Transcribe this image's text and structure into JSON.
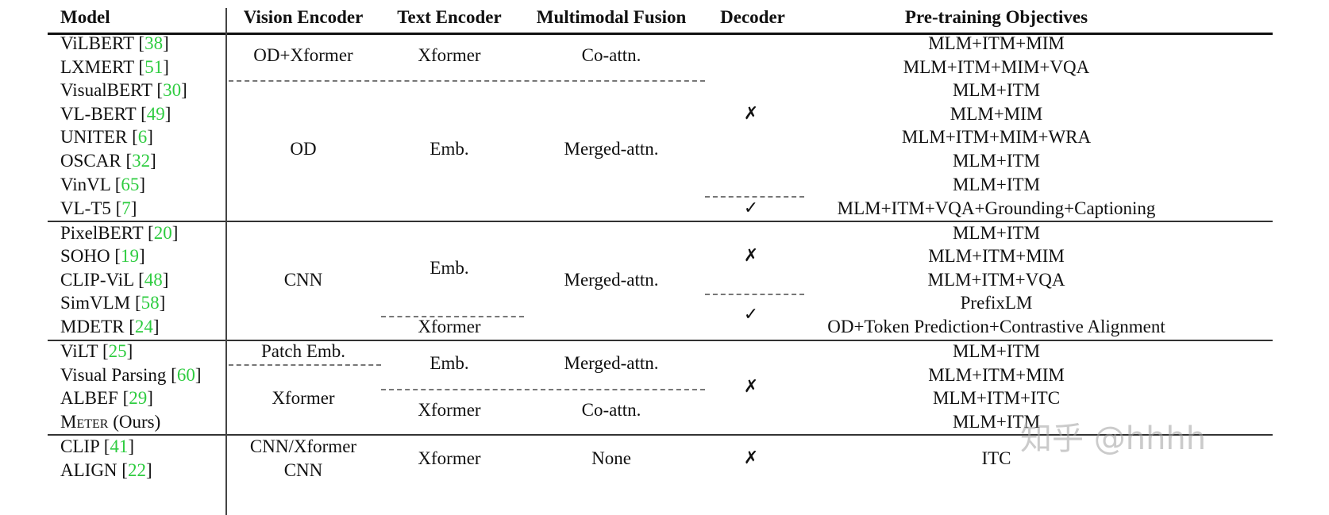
{
  "table": {
    "headers": {
      "model": "Model",
      "vision_encoder": "Vision Encoder",
      "text_encoder": "Text Encoder",
      "multimodal_fusion": "Multimodal Fusion",
      "decoder": "Decoder",
      "objectives": "Pre-training Objectives"
    },
    "rows": [
      {
        "model": "ViLBERT",
        "cite": "38",
        "objective": "MLM+ITM+MIM"
      },
      {
        "model": "LXMERT",
        "cite": "51",
        "objective": "MLM+ITM+MIM+VQA"
      },
      {
        "model": "VisualBERT",
        "cite": "30",
        "objective": "MLM+ITM"
      },
      {
        "model": "VL-BERT",
        "cite": "49",
        "objective": "MLM+MIM"
      },
      {
        "model": "UNITER",
        "cite": "6",
        "objective": "MLM+ITM+MIM+WRA"
      },
      {
        "model": "OSCAR",
        "cite": "32",
        "objective": "MLM+ITM"
      },
      {
        "model": "VinVL",
        "cite": "65",
        "objective": "MLM+ITM"
      },
      {
        "model": "VL-T5",
        "cite": "7",
        "objective": "MLM+ITM+VQA+Grounding+Captioning"
      },
      {
        "model": "PixelBERT",
        "cite": "20",
        "objective": "MLM+ITM"
      },
      {
        "model": "SOHO",
        "cite": "19",
        "objective": "MLM+ITM+MIM"
      },
      {
        "model": "CLIP-ViL",
        "cite": "48",
        "objective": "MLM+ITM+VQA"
      },
      {
        "model": "SimVLM",
        "cite": "58",
        "objective": "PrefixLM"
      },
      {
        "model": "MDETR",
        "cite": "24",
        "objective": "OD+Token Prediction+Contrastive Alignment"
      },
      {
        "model": "ViLT",
        "cite": "25",
        "objective": "MLM+ITM"
      },
      {
        "model": "Visual Parsing",
        "cite": "60",
        "objective": "MLM+ITM+MIM"
      },
      {
        "model": "ALBEF",
        "cite": "29",
        "objective": "MLM+ITM+ITC"
      },
      {
        "model": "Meter",
        "suffix": "(Ours)",
        "objective": "MLM+ITM"
      },
      {
        "model": "CLIP",
        "cite": "41",
        "objective": "ITC"
      },
      {
        "model": "ALIGN",
        "cite": "22",
        "objective": ""
      }
    ],
    "merged": {
      "g1_vision": "OD+Xformer",
      "g1_text": "Xformer",
      "g1_fusion": "Co-attn.",
      "g2_vision": "OD",
      "g2_text": "Emb.",
      "g2_fusion": "Merged-attn.",
      "g3_vision": "CNN",
      "g3_text_a": "Emb.",
      "g3_text_b": "Xformer",
      "g3_fusion": "Merged-attn.",
      "g4_vision_a": "Patch Emb.",
      "g4_vision_b": "Xformer",
      "g4_text_a": "Emb.",
      "g4_fusion_a": "Merged-attn.",
      "g4_text_b": "Xformer",
      "g4_fusion_b": "Co-attn.",
      "g5_vision_a": "CNN/Xformer",
      "g5_vision_b": "CNN",
      "g5_text": "Xformer",
      "g5_fusion": "None",
      "g5_objective": "ITC"
    },
    "decoder_marks": {
      "no": "✗",
      "yes": "✓"
    }
  },
  "watermark": "知乎 @hhhh"
}
